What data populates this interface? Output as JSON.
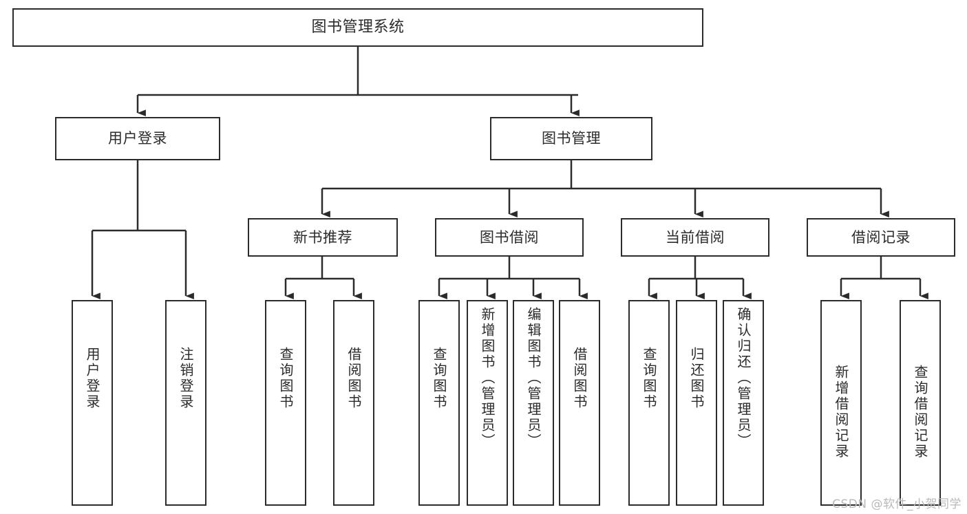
{
  "diagram": {
    "title": "图书管理系统",
    "type": "tree-functional-structure",
    "watermark": "CSDN @软件_小贺同学",
    "colors": {
      "stroke": "#2b2b2b",
      "fill": "#ffffff",
      "text": "#2b2b2b",
      "watermark": "#b9b9b9"
    },
    "levels": {
      "root": {
        "label": "图书管理系统"
      },
      "level2": [
        {
          "label": "用户登录"
        },
        {
          "label": "图书管理"
        }
      ],
      "level3": [
        {
          "label": "新书推荐"
        },
        {
          "label": "图书借阅"
        },
        {
          "label": "当前借阅"
        },
        {
          "label": "借阅记录"
        }
      ],
      "leaves": {
        "user_login": [
          {
            "label": "用户登录"
          },
          {
            "label": "注销登录"
          }
        ],
        "new_book_recommend": [
          {
            "label": "查询图书"
          },
          {
            "label": "借阅图书"
          }
        ],
        "book_borrow": [
          {
            "label": "查询图书"
          },
          {
            "label": "新增图书（管理员）"
          },
          {
            "label": "编辑图书（管理员）"
          },
          {
            "label": "借阅图书"
          }
        ],
        "current_borrow": [
          {
            "label": "查询图书"
          },
          {
            "label": "归还图书"
          },
          {
            "label": "确认归还（管理员）"
          }
        ],
        "borrow_record": [
          {
            "label": "新增借阅记录"
          },
          {
            "label": "查询借阅记录"
          }
        ]
      }
    }
  }
}
